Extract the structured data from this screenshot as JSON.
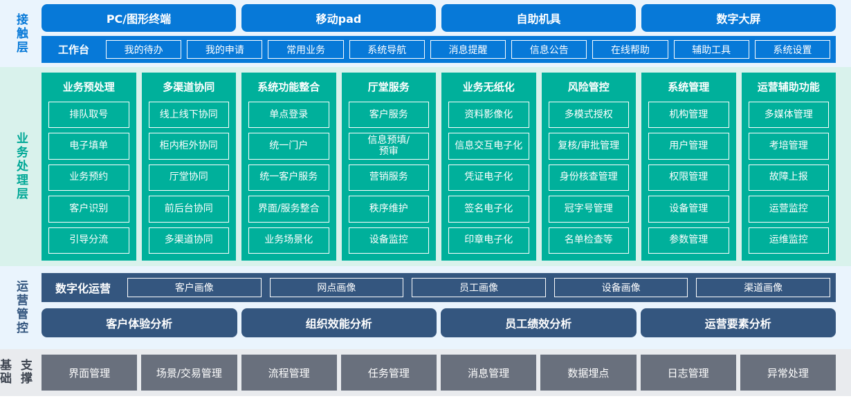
{
  "layers": {
    "contact": {
      "label": "接触层",
      "channels": [
        "PC/图形终端",
        "移动pad",
        "自助机具",
        "数字大屏"
      ],
      "workbench_label": "工作台",
      "chips": [
        "我的待办",
        "我的申请",
        "常用业务",
        "系统导航",
        "消息提醒",
        "信息公告",
        "在线帮助",
        "辅助工具",
        "系统设置"
      ]
    },
    "business": {
      "label": "业务处理层",
      "columns": [
        {
          "title": "业务预处理",
          "items": [
            "排队取号",
            "电子填单",
            "业务预约",
            "客户识别",
            "引导分流"
          ]
        },
        {
          "title": "多渠道协同",
          "items": [
            "线上线下协同",
            "柜内柜外协同",
            "厅堂协同",
            "前后台协同",
            "多渠道协同"
          ]
        },
        {
          "title": "系统功能整合",
          "items": [
            "单点登录",
            "统一门户",
            "统一客户服务",
            "界面/服务整合",
            "业务场景化"
          ]
        },
        {
          "title": "厅堂服务",
          "items": [
            "客户服务",
            "信息预填/\n预审",
            "营销服务",
            "秩序维护",
            "设备监控"
          ]
        },
        {
          "title": "业务无纸化",
          "items": [
            "资料影像化",
            "信息交互电子化",
            "凭证电子化",
            "签名电子化",
            "印章电子化"
          ]
        },
        {
          "title": "风险管控",
          "items": [
            "多模式授权",
            "复核/审批管理",
            "身份核查管理",
            "冠字号管理",
            "名单检查等"
          ]
        },
        {
          "title": "系统管理",
          "items": [
            "机构管理",
            "用户管理",
            "权限管理",
            "设备管理",
            "参数管理"
          ]
        },
        {
          "title": "运营辅助功能",
          "items": [
            "多媒体管理",
            "考培管理",
            "故障上报",
            "运营监控",
            "运维监控"
          ]
        }
      ]
    },
    "ops": {
      "label": "运营管控",
      "digital_ops_title": "数字化运营",
      "portraits": [
        "客户画像",
        "网点画像",
        "员工画像",
        "设备画像",
        "渠道画像"
      ],
      "analyses": [
        "客户体验分析",
        "组织效能分析",
        "员工绩效分析",
        "运营要素分析"
      ]
    },
    "base": {
      "label_line1": "基础",
      "label_line2": "支撑",
      "items": [
        "界面管理",
        "场景/交易管理",
        "流程管理",
        "任务管理",
        "消息管理",
        "数据埋点",
        "日志管理",
        "异常处理"
      ]
    }
  },
  "colors": {
    "blue": "#0779d8",
    "blue_bg": "#eaf4fd",
    "teal": "#00b09b",
    "teal_bg": "#d9f2ec",
    "slate": "#34567f",
    "gray": "#69707d",
    "gray_bg": "#e9ebee"
  }
}
